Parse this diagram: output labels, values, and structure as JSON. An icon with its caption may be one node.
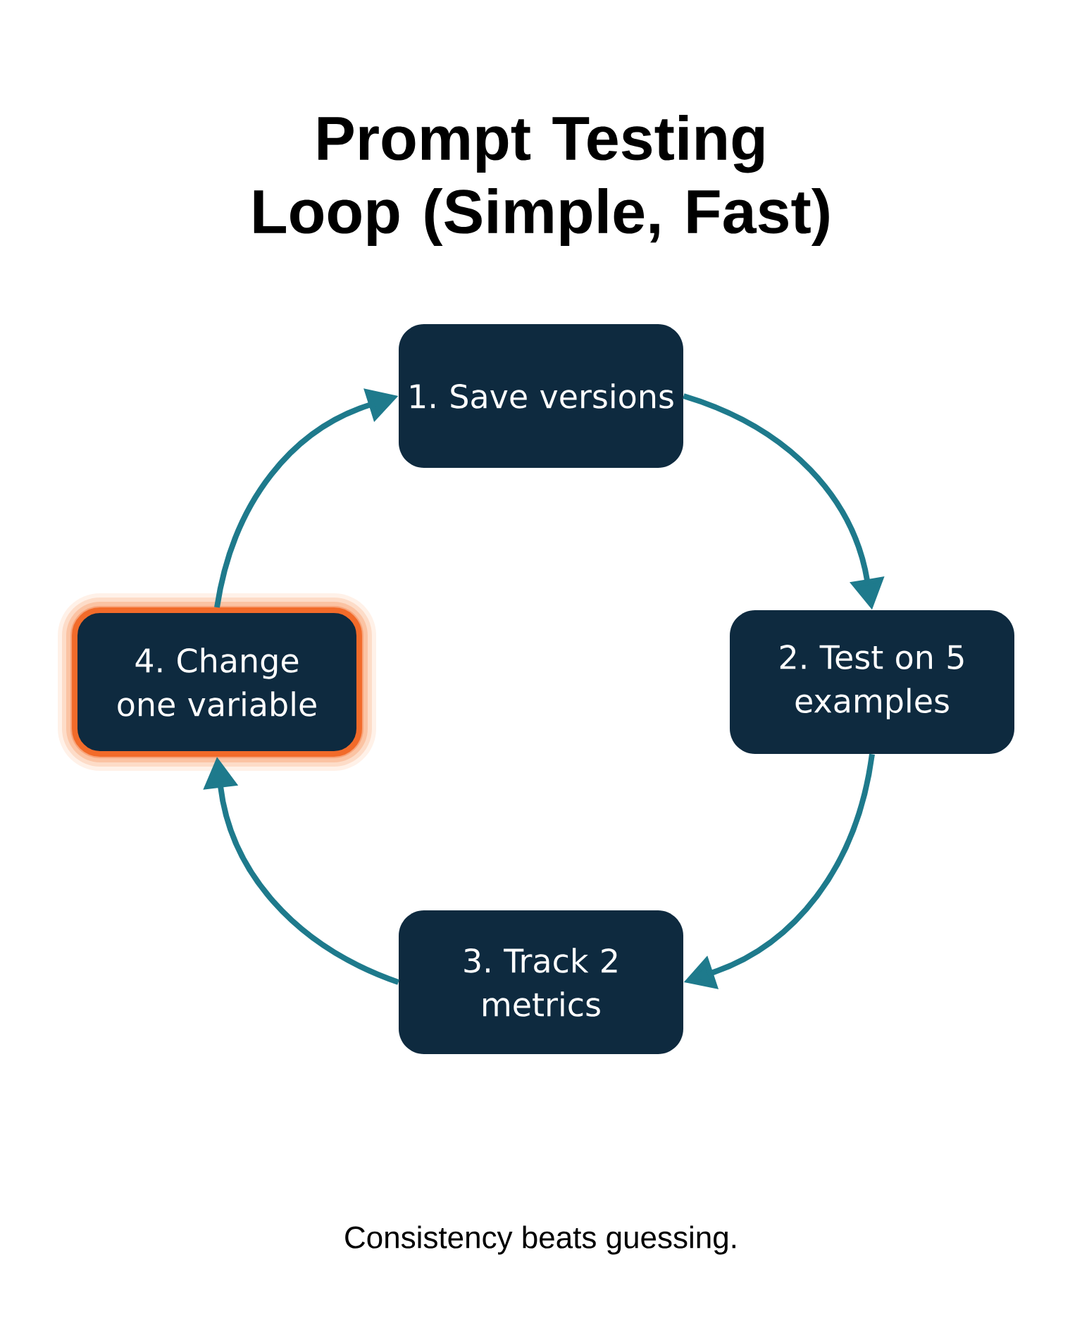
{
  "diagram": {
    "title": "Prompt Testing Loop (Simple, Fast)",
    "caption": "Consistency beats guessing.",
    "nodes": [
      {
        "text": [
          "1. Save versions"
        ]
      },
      {
        "text": [
          "2. Test on 5 examples"
        ]
      },
      {
        "text": [
          "3. Track 2 metrics"
        ]
      },
      {
        "text": [
          "4. Change one variable"
        ]
      }
    ],
    "edges": [
      {
        "from": 0,
        "to": 1,
        "arrow": "to"
      },
      {
        "from": 1,
        "to": 2,
        "arrow": "to"
      },
      {
        "from": 2,
        "to": 3,
        "arrow": "to"
      },
      {
        "from": 3,
        "to": 0,
        "arrow": "to"
      }
    ]
  }
}
